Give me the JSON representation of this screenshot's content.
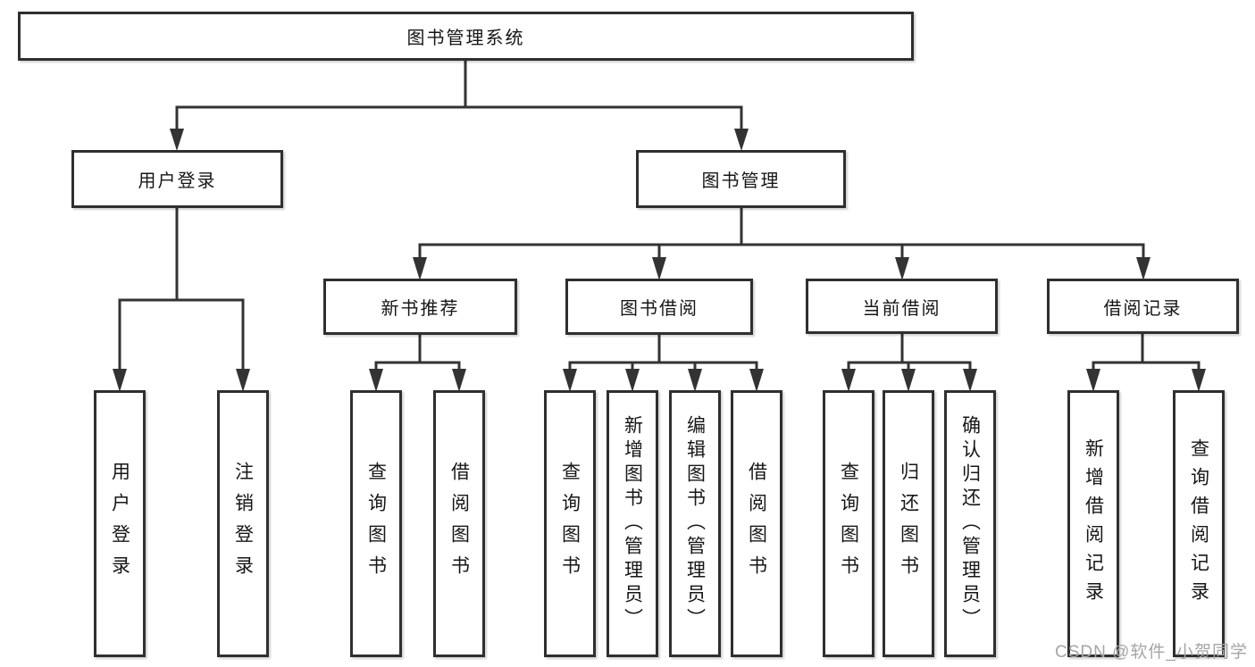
{
  "diagram": {
    "title": "图书管理系统",
    "tree": {
      "root": {
        "label": "图书管理系统"
      },
      "level2": {
        "user_login": {
          "label": "用户登录"
        },
        "book_mgmt": {
          "label": "图书管理"
        }
      },
      "level3": {
        "new_book_rec": {
          "label": "新书推荐"
        },
        "book_borrow": {
          "label": "图书借阅"
        },
        "current_borrow": {
          "label": "当前借阅"
        },
        "borrow_records": {
          "label": "借阅记录"
        }
      },
      "leaves": {
        "user_login_leaf": {
          "label": "用户登录",
          "parent": "用户登录"
        },
        "logout": {
          "label": "注销登录",
          "parent": "用户登录"
        },
        "query_book_1": {
          "label": "查询图书",
          "parent": "新书推荐"
        },
        "borrow_book_1": {
          "label": "借阅图书",
          "parent": "新书推荐"
        },
        "query_book_2": {
          "label": "查询图书",
          "parent": "图书借阅"
        },
        "add_book_admin": {
          "label": "新增图书（管理员）",
          "parent": "图书借阅"
        },
        "edit_book_admin": {
          "label": "编辑图书（管理员）",
          "parent": "图书借阅"
        },
        "borrow_book_2": {
          "label": "借阅图书",
          "parent": "图书借阅"
        },
        "query_book_3": {
          "label": "查询图书",
          "parent": "当前借阅"
        },
        "return_book": {
          "label": "归还图书",
          "parent": "当前借阅"
        },
        "confirm_return_admin": {
          "label": "确认归还（管理员）",
          "parent": "当前借阅"
        },
        "add_borrow_record": {
          "label": "新增借阅记录",
          "parent": "借阅记录"
        },
        "query_borrow_record": {
          "label": "查询借阅记录",
          "parent": "借阅记录"
        }
      }
    },
    "colors": {
      "line": "#333333",
      "box_border": "#2f2f2f",
      "text": "#161616",
      "background": "#ffffff",
      "watermark": "#a5a5a5"
    }
  },
  "watermark": {
    "text": "CSDN @软件_小贺同学"
  }
}
